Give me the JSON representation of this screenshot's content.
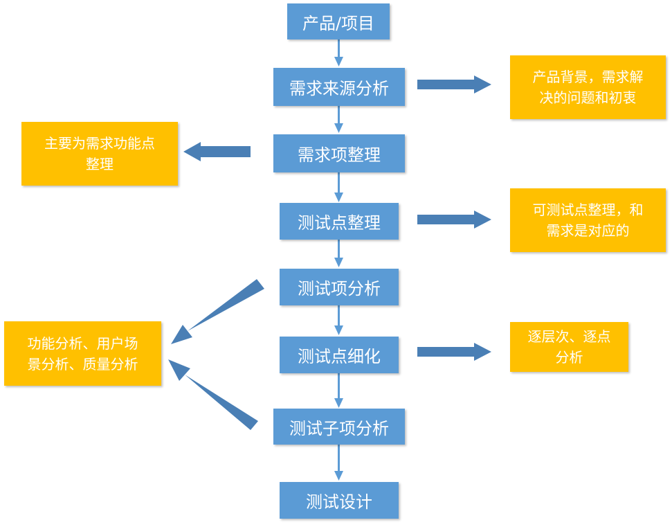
{
  "colors": {
    "process_box": "#5b9bd5",
    "note_box": "#ffc000",
    "arrow": "#4a7fb5",
    "connector": "#5b9bd5",
    "text": "#ffffff"
  },
  "flow_steps": [
    "产品/项目",
    "需求来源分析",
    "需求项整理",
    "测试点整理",
    "测试项分析",
    "测试点细化",
    "测试子项分析",
    "测试设计"
  ],
  "notes": {
    "source_analysis": [
      "产品背景，需求解",
      "决的问题和初衷"
    ],
    "requirement_items": [
      "主要为需求功能点",
      "整理"
    ],
    "test_points": [
      "可测试点整理，和",
      "需求是对应的"
    ],
    "test_item_analysis": [
      "功能分析、用户场",
      "景分析、质量分析"
    ],
    "test_point_refine": [
      "逐层次、逐点",
      "分析"
    ]
  }
}
